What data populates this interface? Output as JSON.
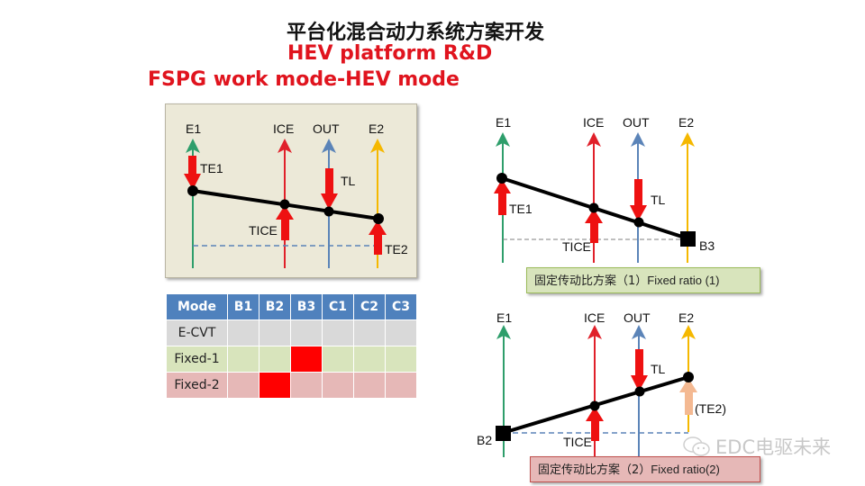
{
  "header": {
    "title_cn": "平台化混合动力系统方案开发",
    "title_en": "HEV platform R&D",
    "subtitle": "FSPG work mode-HEV mode"
  },
  "colors": {
    "e1_axis": "#2e9e6b",
    "ice_axis": "#e0202a",
    "out_axis": "#5b84b8",
    "e2_axis": "#f5b800",
    "torque_arrow": "#ee1111",
    "torque_arrow_faded": "#f4b992",
    "lever": "#000000",
    "left_box_bg": "#ece9d8",
    "table_header": "#4f81bd",
    "active_cell": "#ff0000"
  },
  "left_diagram": {
    "axes": [
      {
        "label": "E1"
      },
      {
        "label": "ICE"
      },
      {
        "label": "OUT"
      },
      {
        "label": "E2"
      }
    ],
    "torques": {
      "te1": "TE1",
      "tice": "TICE",
      "tl": "TL",
      "te2": "TE2"
    }
  },
  "mode_table": {
    "headers": [
      "Mode",
      "B1",
      "B2",
      "B3",
      "C1",
      "C2",
      "C3"
    ],
    "rows": [
      {
        "mode": "E-CVT",
        "active": []
      },
      {
        "mode": "Fixed-1",
        "active": [
          "B3"
        ]
      },
      {
        "mode": "Fixed-2",
        "active": [
          "B2"
        ]
      }
    ]
  },
  "fixed_ratio_1": {
    "axes": [
      {
        "label": "E1"
      },
      {
        "label": "ICE"
      },
      {
        "label": "OUT"
      },
      {
        "label": "E2"
      }
    ],
    "torques": {
      "te1": "TE1",
      "tice": "TICE",
      "tl": "TL"
    },
    "brake": "B3",
    "caption_cn": "固定传动比方案（1）",
    "caption_en": "Fixed ratio (1)"
  },
  "fixed_ratio_2": {
    "axes": [
      {
        "label": "E1"
      },
      {
        "label": "ICE"
      },
      {
        "label": "OUT"
      },
      {
        "label": "E2"
      }
    ],
    "torques": {
      "tice": "TICE",
      "tl": "TL",
      "te2": "(TE2)"
    },
    "brake": "B2",
    "caption_cn": "固定传动比方案（2）",
    "caption_en": "Fixed ratio(2)"
  },
  "watermark": {
    "text": "EDC电驱未来",
    "icon": "wechat-icon"
  }
}
